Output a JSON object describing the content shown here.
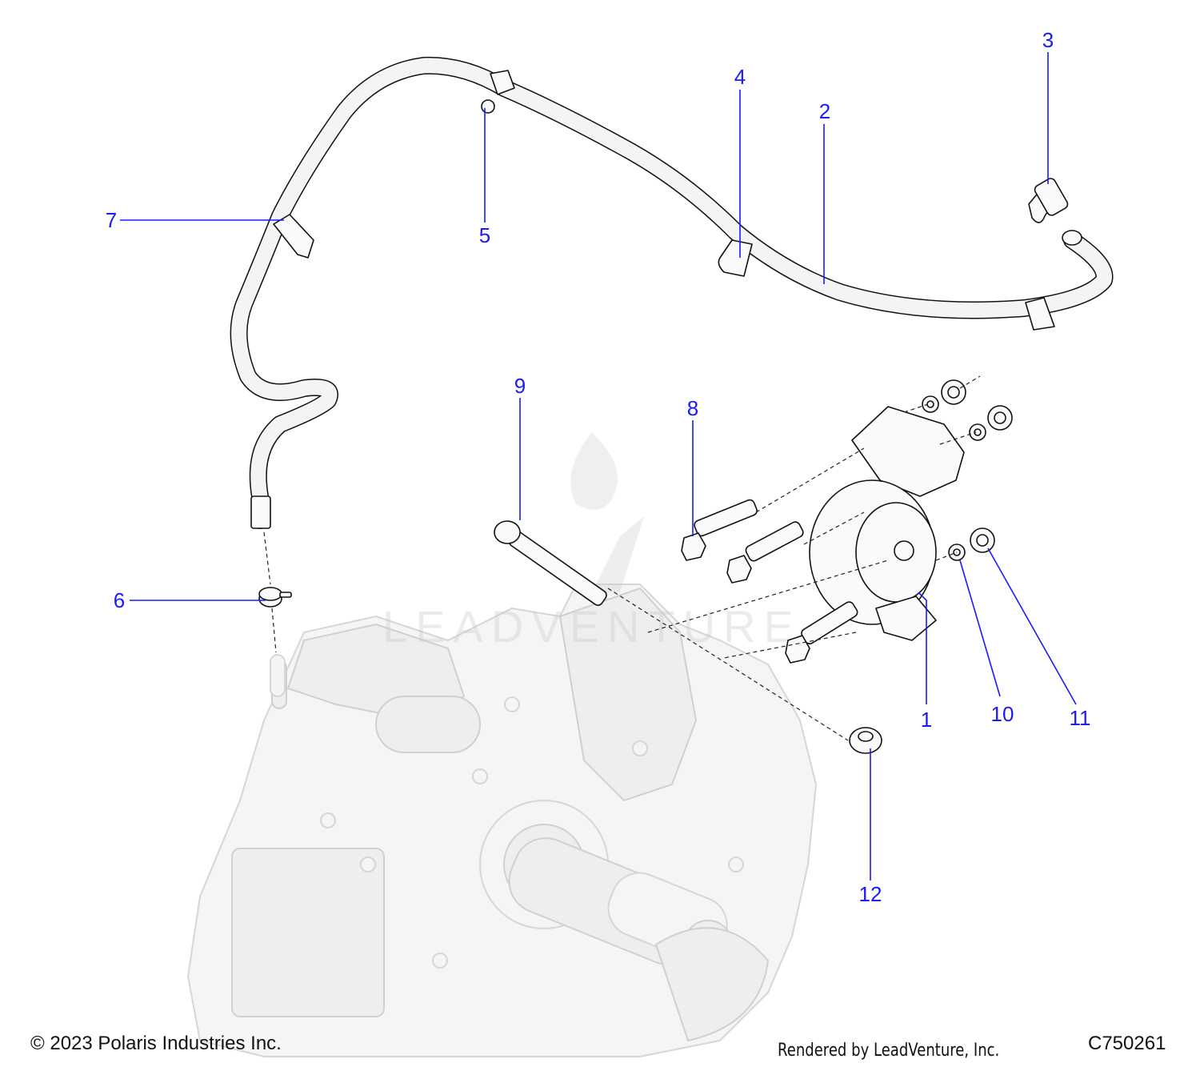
{
  "callouts": [
    "1",
    "2",
    "3",
    "4",
    "5",
    "6",
    "7",
    "8",
    "9",
    "10",
    "11",
    "12"
  ],
  "watermark": "LEADVENTURE",
  "footer": {
    "copyright": "© 2023 Polaris Industries Inc.",
    "rendered_by": "Rendered by LeadVenture, Inc.",
    "drawing_code": "C750261"
  },
  "colors": {
    "callout": "#1a1aff",
    "line": "#111111",
    "ghost": "#d6d6d6"
  }
}
